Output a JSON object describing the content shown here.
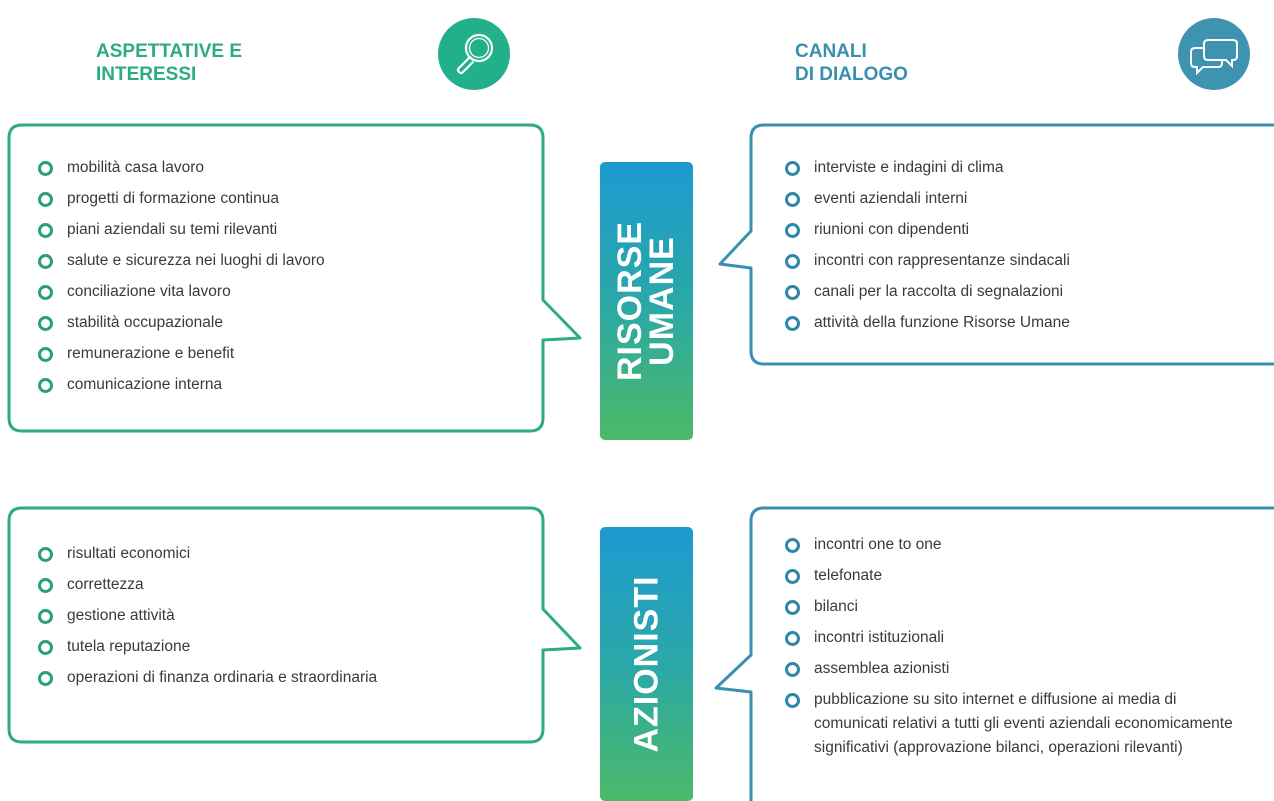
{
  "headers": {
    "left": [
      "ASPETTATIVE E",
      "INTERESSI"
    ],
    "right": [
      "CANALI",
      "DI DIALOGO"
    ]
  },
  "icons": {
    "left": "magnifier-icon",
    "right": "chat-bubbles-icon"
  },
  "colors": {
    "green": "#2eaa84",
    "blue": "#3a8fb0",
    "band_top": "#1d9ad0",
    "band_bottom": "#4cb968"
  },
  "groups": [
    {
      "label_lines": [
        "RISORSE",
        "UMANE"
      ],
      "aspettative": [
        "mobilità casa lavoro",
        "progetti di formazione continua",
        "piani aziendali su temi rilevanti",
        "salute e sicurezza nei luoghi di lavoro",
        "conciliazione vita lavoro",
        "stabilità occupazionale",
        "remunerazione e benefit",
        "comunicazione interna"
      ],
      "canali": [
        "interviste e indagini di clima",
        "eventi aziendali interni",
        "riunioni con dipendenti",
        "incontri con rappresentanze sindacali",
        "canali per la raccolta di segnalazioni",
        "attività della funzione Risorse Umane"
      ]
    },
    {
      "label_lines": [
        "AZIONISTI"
      ],
      "aspettative": [
        "risultati economici",
        "correttezza",
        "gestione attività",
        "tutela reputazione",
        "operazioni di finanza ordinaria e straordinaria"
      ],
      "canali": [
        "incontri one to one",
        "telefonate",
        "bilanci",
        "incontri istituzionali",
        "assemblea azionisti",
        "pubblicazione su sito internet e diffusione ai media di comunicati relativi a tutti gli eventi aziendali economicamente significativi (approvazione bilanci, operazioni rilevanti)"
      ]
    }
  ]
}
